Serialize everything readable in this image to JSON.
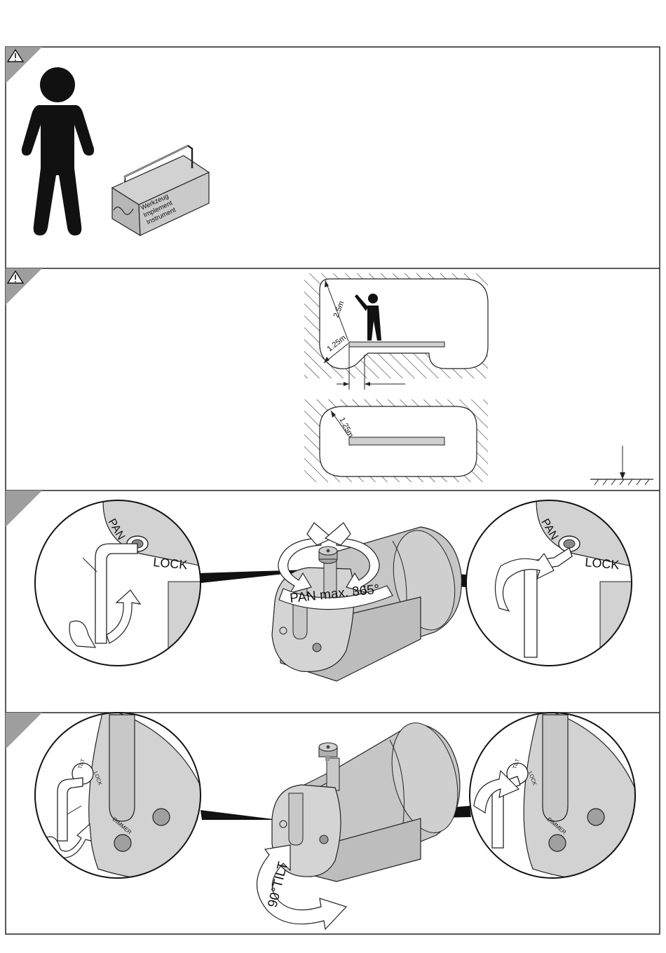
{
  "toolbox": {
    "lines": [
      "Werkzeug",
      "Implement",
      "Instrument"
    ]
  },
  "clearance": {
    "height_label": "2.5m",
    "side_label": "1.25m",
    "top_view_label": "1.25m"
  },
  "pan": {
    "label_pan": "PAN",
    "label_lock": "LOCK",
    "arc_label": "PAN max. 365°"
  },
  "tilt": {
    "label_tilt": "TILT",
    "label_lock": "LOCK",
    "label_dimmer": "DIMMER",
    "arc_label": "90°TILT"
  },
  "colors": {
    "frame": "#222222",
    "device_gray": "#c9c9c9",
    "corner_tab": "#9e9e9e",
    "platform": "#cfcfcf"
  }
}
